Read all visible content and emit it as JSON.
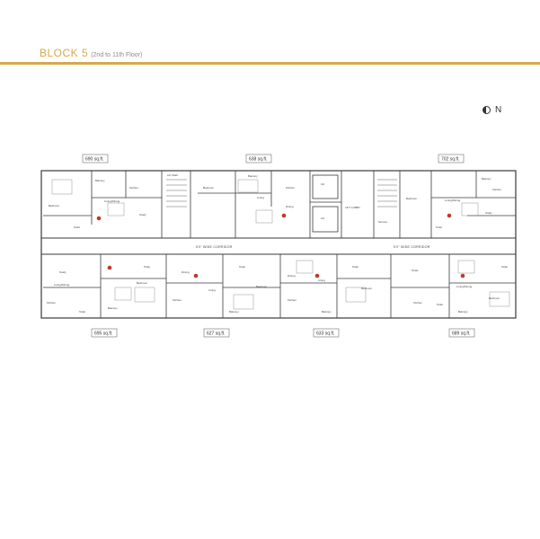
{
  "header": {
    "block_title": "BLOCK 5",
    "floors": "(2nd to 11th Floor)"
  },
  "compass": {
    "label": "N",
    "icon": "north-arrow-icon"
  },
  "colors": {
    "accent": "#d7a84a",
    "wall": "#3a3a3a",
    "marker": "#c0392b"
  },
  "corridors": {
    "left": "5'0\" WIDE CORRIDOR",
    "right": "5'0\" WIDE CORRIDOR"
  },
  "areas": {
    "top_left": "690 sq.ft.",
    "top_mid": "638 sq.ft.",
    "top_right": "702 sq.ft.",
    "bottom_1": "695 sq.ft.",
    "bottom_2": "627 sq.ft.",
    "bottom_3": "633 sq.ft.",
    "bottom_4": "689 sq.ft."
  },
  "rooms": {
    "balcony": "Balcony",
    "toilet": "Toilet",
    "kitchen": "Kitchen",
    "bedroom": "Bedroom",
    "living_dining": "Living/Dining",
    "study": "Study",
    "living": "Living",
    "dining": "Dining",
    "lift": "Lift",
    "lift_lobby": "LIFT LOBBY",
    "lift_shaft": "Lift Shaft",
    "service": "Service"
  }
}
